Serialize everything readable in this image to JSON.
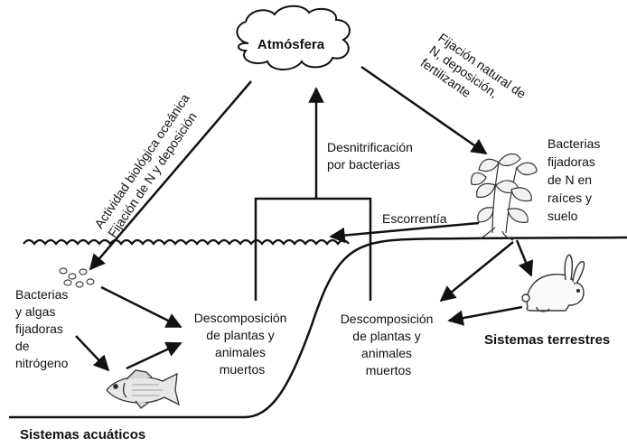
{
  "labels": {
    "atmosphere": "Atmósfera",
    "ocean_activity": [
      "Actividad biológica oceánica",
      "Fijación de N y deposición"
    ],
    "natural_fixation": [
      "Fijación natural de",
      "N, deposición,",
      "fertilizante"
    ],
    "denitrification": [
      "Desnitrificación",
      "por bacterias"
    ],
    "runoff": "Escorrentía",
    "n_fixing_bacteria": [
      "Bacterias",
      "fijadoras",
      "de N en",
      "raíces y",
      "suelo"
    ],
    "bacteria_algae": [
      "Bacterias",
      "y algas",
      "fijadoras",
      "de",
      "nitrógeno"
    ],
    "decomposition_aquatic": [
      "Descomposición",
      "de plantas y",
      "animales",
      "muertos"
    ],
    "decomposition_terrestrial": [
      "Descomposición",
      "de plantas y",
      "animales",
      "muertos"
    ],
    "terrestrial_systems": "Sistemas terrestres",
    "aquatic_systems": "Sistemas acuáticos"
  },
  "icons": [
    "cloud-icon",
    "plant-icon",
    "rabbit-icon",
    "fish-icon",
    "bubbles-icon"
  ]
}
